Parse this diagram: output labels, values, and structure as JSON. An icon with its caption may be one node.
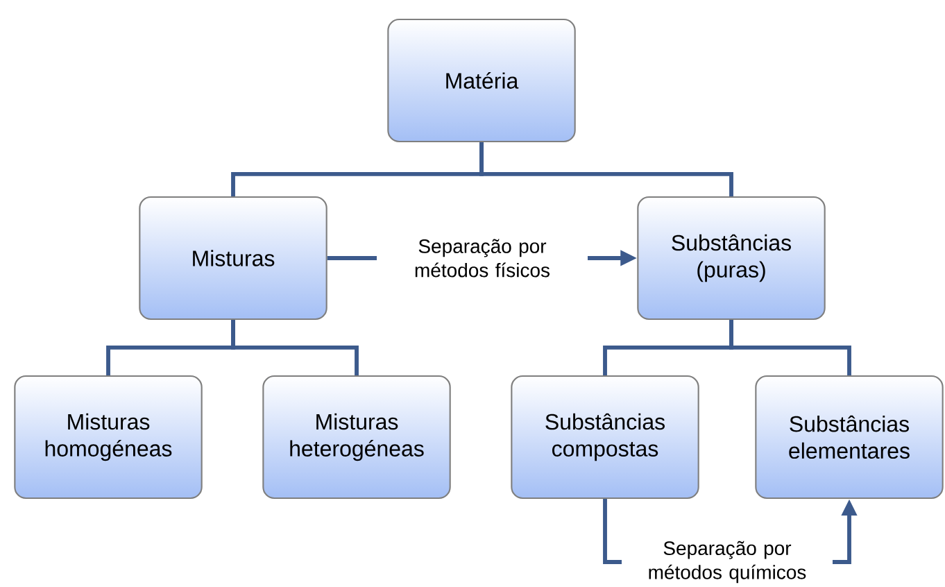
{
  "diagram": {
    "nodes": [
      {
        "text": [
          "Matéria"
        ]
      },
      {
        "text": [
          "Misturas"
        ]
      },
      {
        "text": [
          "Substâncias (puras)"
        ]
      },
      {
        "text": [
          "Misturas homogéneas"
        ]
      },
      {
        "text": [
          "Misturas heterogéneas"
        ]
      },
      {
        "text": [
          "Substâncias compostas"
        ]
      },
      {
        "text": [
          "Substâncias elementares"
        ]
      }
    ],
    "edges": [
      {
        "from": 0,
        "to": 1,
        "arrow": "none"
      },
      {
        "from": 0,
        "to": 2,
        "arrow": "none"
      },
      {
        "from": 1,
        "to": 3,
        "arrow": "none"
      },
      {
        "from": 1,
        "to": 4,
        "arrow": "none"
      },
      {
        "from": 2,
        "to": 5,
        "arrow": "none"
      },
      {
        "from": 2,
        "to": 6,
        "arrow": "none"
      },
      {
        "from": 1,
        "to": 2,
        "arrow": "to",
        "label": "Separação por métodos físicos"
      },
      {
        "from": 5,
        "to": 6,
        "arrow": "to",
        "label": "Separação por métodos químicos"
      }
    ]
  }
}
